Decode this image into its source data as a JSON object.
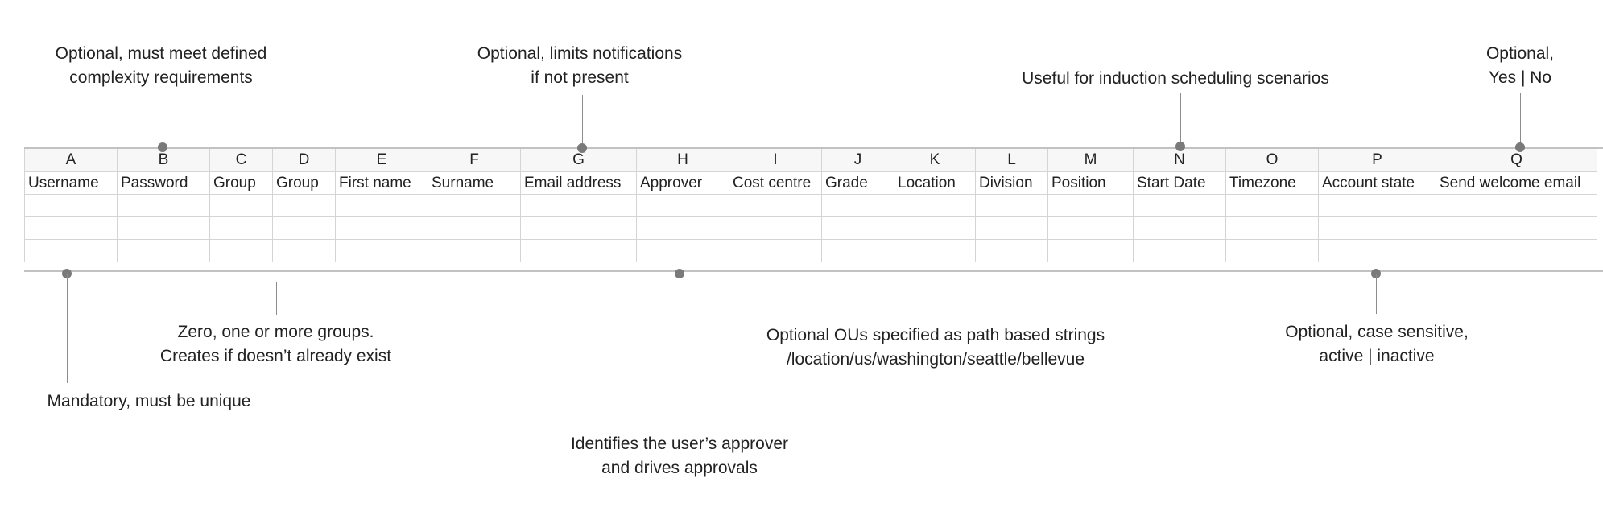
{
  "columns": [
    {
      "letter": "A",
      "header": "Username"
    },
    {
      "letter": "B",
      "header": "Password"
    },
    {
      "letter": "C",
      "header": "Group"
    },
    {
      "letter": "D",
      "header": "Group"
    },
    {
      "letter": "E",
      "header": "First name"
    },
    {
      "letter": "F",
      "header": "Surname"
    },
    {
      "letter": "G",
      "header": "Email address"
    },
    {
      "letter": "H",
      "header": "Approver"
    },
    {
      "letter": "I",
      "header": "Cost centre"
    },
    {
      "letter": "J",
      "header": "Grade"
    },
    {
      "letter": "K",
      "header": "Location"
    },
    {
      "letter": "L",
      "header": "Division"
    },
    {
      "letter": "M",
      "header": "Position"
    },
    {
      "letter": "N",
      "header": "Start Date"
    },
    {
      "letter": "O",
      "header": "Timezone"
    },
    {
      "letter": "P",
      "header": "Account state"
    },
    {
      "letter": "Q",
      "header": "Send welcome email"
    }
  ],
  "annotations": {
    "password": [
      "Optional, must meet defined",
      "complexity requirements"
    ],
    "email": [
      "Optional, limits notifications",
      "if not present"
    ],
    "start_date": [
      "Useful for induction scheduling scenarios"
    ],
    "welcome": [
      "Optional,",
      "Yes | No"
    ],
    "username": [
      "Mandatory, must be unique"
    ],
    "groups": [
      "Zero, one or more groups.",
      "Creates if doesn’t already exist"
    ],
    "approver": [
      "Identifies the user’s approver",
      "and drives approvals"
    ],
    "ous": [
      "Optional OUs specified as path based strings",
      "/location/us/washington/seattle/bellevue"
    ],
    "account_state": [
      "Optional, case sensitive,",
      "active | inactive"
    ]
  }
}
